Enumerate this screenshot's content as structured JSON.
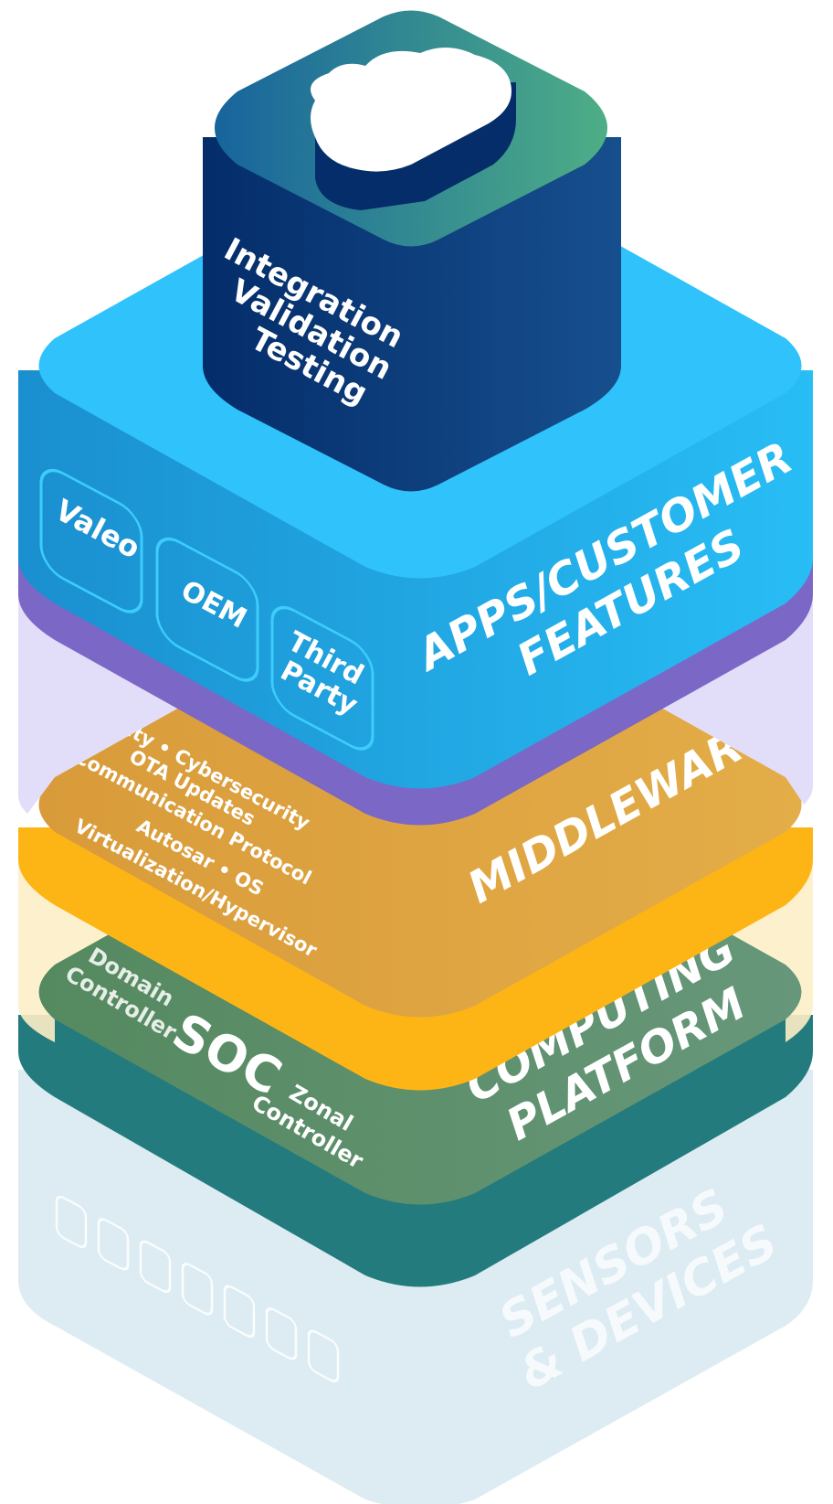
{
  "layers": {
    "sensors": {
      "title_line1": "SENSORS",
      "title_line2": "& DEVICES"
    },
    "computing": {
      "title_line1": "COMPUTING",
      "title_line2": "PLATFORM",
      "soc": "SOC",
      "domain_line1": "Domain",
      "domain_line2": "Controller",
      "zonal_line1": "Zonal",
      "zonal_line2": "Controller"
    },
    "middleware": {
      "title": "MIDDLEWARE",
      "items": [
        "Safety • Cybersecurity",
        "OTA Updates",
        "Communication Protocol",
        "Autosar • OS",
        "Virtualization/Hypervisor"
      ]
    },
    "apps": {
      "title_line1": "APPS/CUSTOMER",
      "title_line2": "FEATURES",
      "boxes": [
        "Valeo",
        "OEM",
        "Third",
        "Party"
      ]
    },
    "top": {
      "lines": [
        "Integration",
        "Validation",
        "Testing"
      ]
    }
  },
  "colors": {
    "sensors": "#dcecf2",
    "computing_top": "#629271",
    "computing_side": "#237b7e",
    "middleware_top": "#dea845",
    "middleware_side": "#fdb515",
    "middleware_band": "#fff0c7",
    "apps_top": "#2fc2fb",
    "apps_side": "#1aa4de",
    "apps_band": "#7a67c6",
    "purple_band": "#e4e0f8",
    "top_block": "#0f3e85",
    "top_face_start": "#17649d",
    "top_face_end": "#4eae86",
    "cloud_shadow": "#042d6a"
  }
}
